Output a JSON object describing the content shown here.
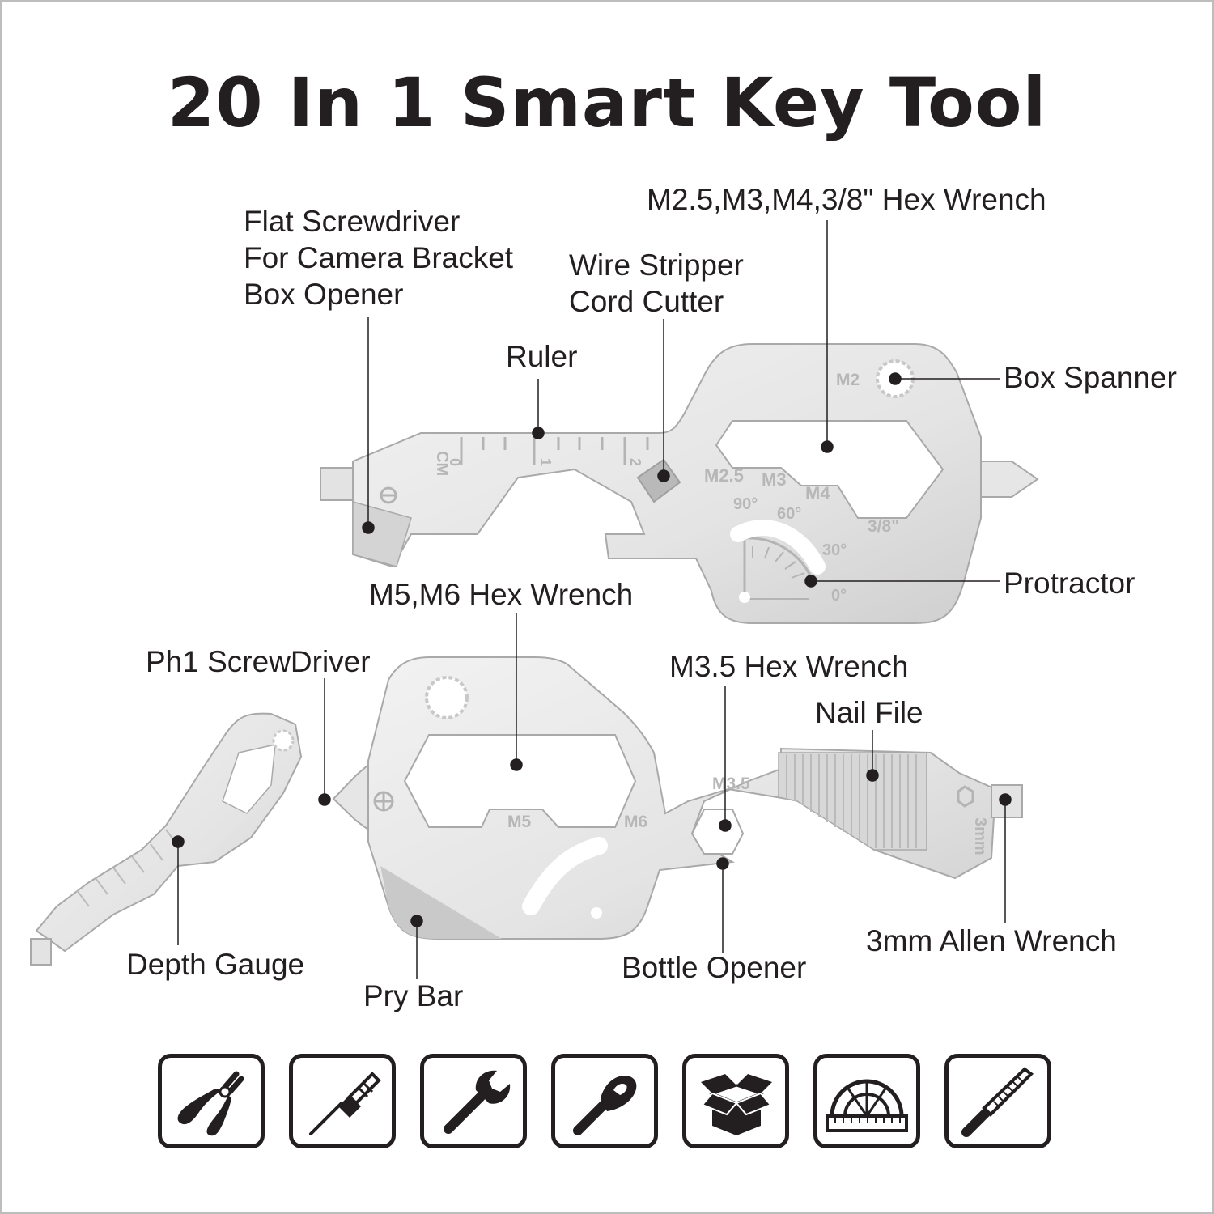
{
  "title": "20 In 1 Smart Key Tool",
  "labels": {
    "flat_screwdriver": [
      "Flat Screwdriver",
      "For Camera Bracket",
      "Box Opener"
    ],
    "ruler": "Ruler",
    "wire_stripper": [
      "Wire Stripper",
      "Cord Cutter"
    ],
    "hex_wrench_small": "M2.5,M3,M4,3/8\" Hex Wrench",
    "box_spanner": "Box Spanner",
    "protractor": "Protractor",
    "hex_wrench_m5_m6": "M5,M6 Hex Wrench",
    "ph1_screwdriver": "Ph1 ScrewDriver",
    "hex_wrench_m35": "M3.5 Hex Wrench",
    "nail_file": "Nail File",
    "depth_gauge": "Depth Gauge",
    "pry_bar": "Pry Bar",
    "bottle_opener": "Bottle Opener",
    "allen_wrench": "3mm  Allen Wrench"
  },
  "engravings": {
    "m2": "M2",
    "m25": "M2.5",
    "m3": "M3",
    "m4": "M4",
    "three_eighths": "3/8\"",
    "deg90": "90°",
    "deg60": "60°",
    "deg30": "30°",
    "deg0": "0°",
    "cm": "CM",
    "ruler_0": "0",
    "ruler_1": "1",
    "ruler_2": "2",
    "m5": "M5",
    "m6": "M6",
    "m35": "M3.5",
    "mm3": "3mm"
  },
  "icons": [
    "pliers-icon",
    "screwdriver-icon",
    "wrench-icon",
    "bottle-opener-icon",
    "box-icon",
    "protractor-icon",
    "nail-file-icon"
  ],
  "colors": {
    "text": "#231f20",
    "metal": "#e8e8e8",
    "metal_edge": "#a9a9a9",
    "engraving": "#b7b7b7"
  }
}
